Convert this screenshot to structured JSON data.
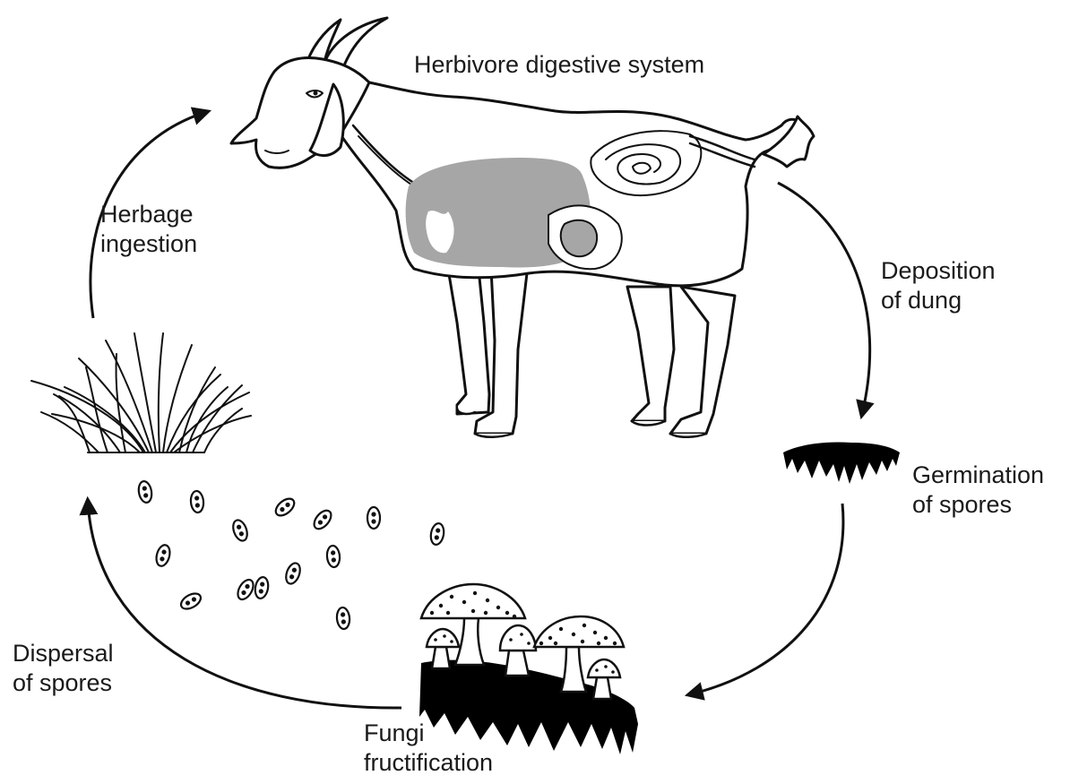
{
  "labels": {
    "herbivore": "Herbivore digestive system",
    "herbage": [
      "Herbage",
      "ingestion"
    ],
    "deposition": [
      "Deposition",
      "of dung"
    ],
    "germination": [
      "Germination",
      "of spores"
    ],
    "fungi": [
      "Fungi",
      "fructification"
    ],
    "dispersal": [
      "Dispersal",
      "of spores"
    ]
  },
  "colors": {
    "ink": "#111111",
    "digestive_fill": "#a6a6a6",
    "dung": "#000000",
    "background": "#ffffff"
  },
  "icons": [
    "goat-illustration",
    "grass-clump-icon",
    "spore-icon",
    "dung-pat-icon",
    "mushroom-icon",
    "cycle-arrow"
  ]
}
